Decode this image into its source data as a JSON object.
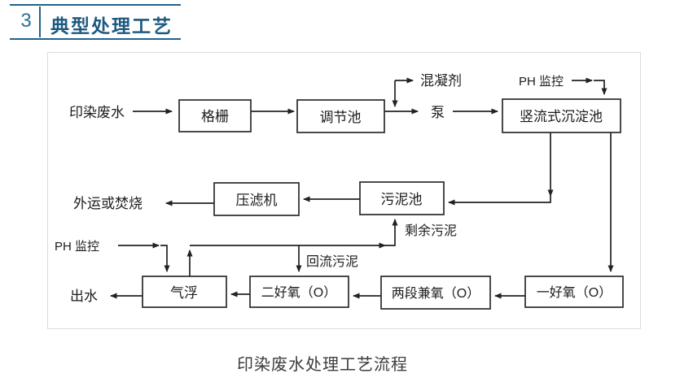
{
  "header": {
    "number": "3",
    "title": "典型处理工艺"
  },
  "diagram": {
    "nodes": {
      "screen": "格栅",
      "regulating_tank": "调节池",
      "vertical_sedimentation_tank": "竖流式沉淀池",
      "filter_press": "压滤机",
      "sludge_tank": "污泥池",
      "air_flotation": "气浮",
      "second_aerobic": "二好氧（O）",
      "two_stage_facultative": "两段兼氧（O）",
      "first_aerobic": "一好氧（O）"
    },
    "labels": {
      "influent": "印染废水",
      "coagulant": "混凝剂",
      "pump": "泵",
      "ph_monitor_top": "PH 监控",
      "ph_monitor_bottom": "PH 监控",
      "disposal": "外运或焚烧",
      "excess_sludge": "剩余污泥",
      "return_sludge": "回流污泥",
      "effluent": "出水"
    },
    "caption": "印染废水处理工艺流程"
  },
  "colors": {
    "accent_blue": "#24608a",
    "line_dark": "#222222",
    "frame_gray": "#dcdcdc"
  }
}
